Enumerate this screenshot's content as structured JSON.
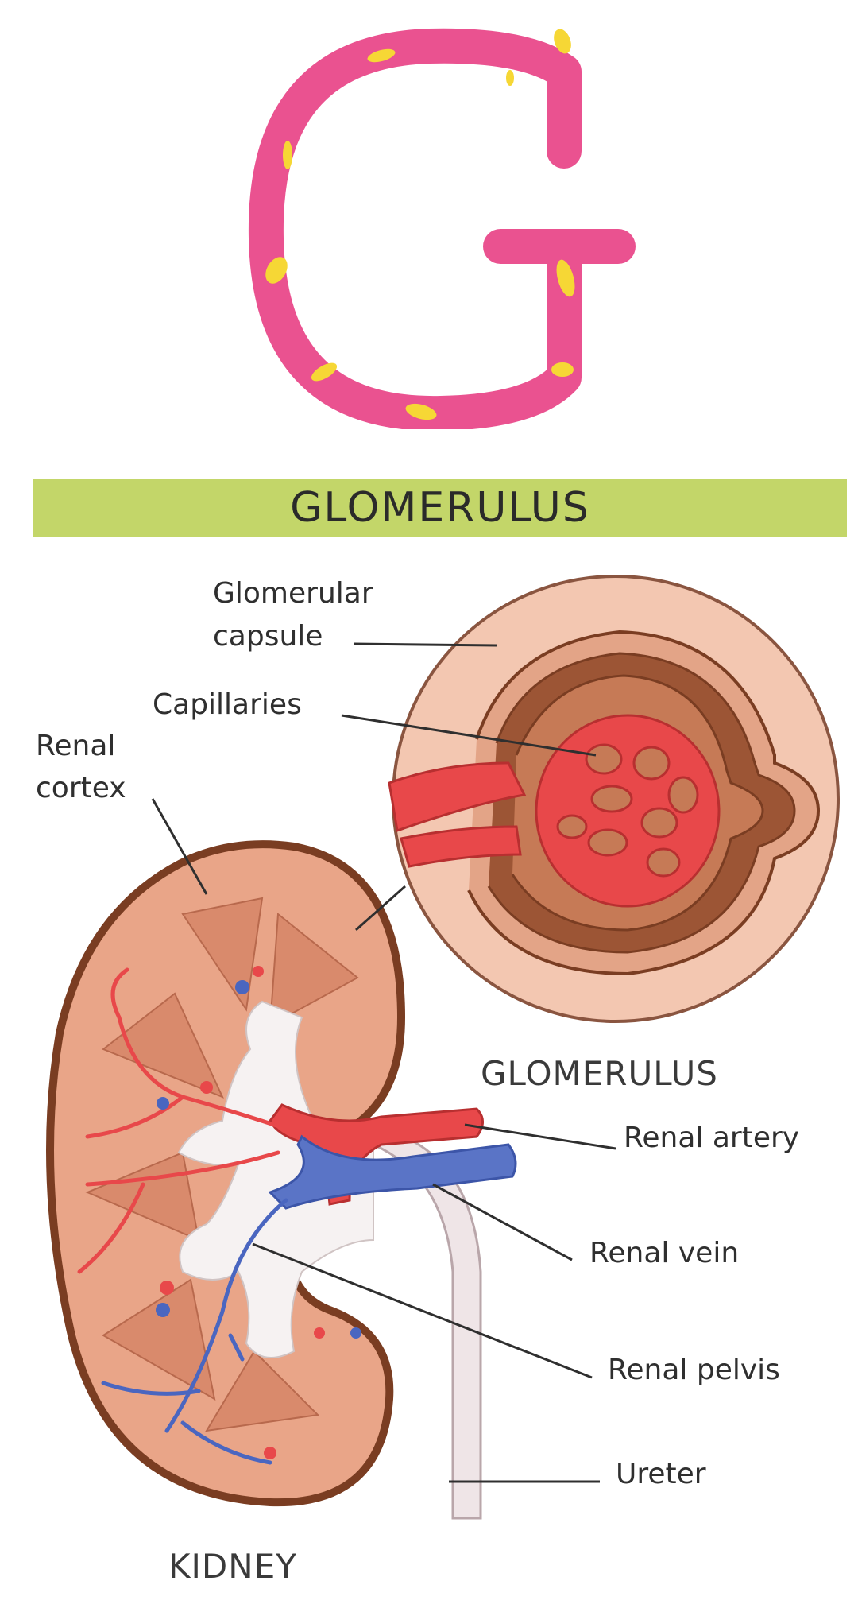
{
  "big_letter": "G",
  "banner_title": "GLOMERULUS",
  "labels": {
    "glomerular_capsule_1": "Glomerular",
    "glomerular_capsule_2": "capsule",
    "capillaries": "Capillaries",
    "renal_cortex_1": "Renal",
    "renal_cortex_2": "cortex",
    "renal_artery": "Renal artery",
    "renal_vein": "Renal vein",
    "renal_pelvis": "Renal pelvis",
    "ureter": "Ureter"
  },
  "captions": {
    "glomerulus": "GLOMERULUS",
    "kidney": "KIDNEY"
  },
  "colors": {
    "letter_pink": "#ea5290",
    "banana_yellow": "#f6d735",
    "banner_green": "#c3d669",
    "kidney_outline": "#7a3d22",
    "kidney_fill": "#e9a588",
    "artery_red": "#e8484a",
    "vein_blue": "#5a74c6",
    "pelvis_white": "#f6f2f2"
  }
}
